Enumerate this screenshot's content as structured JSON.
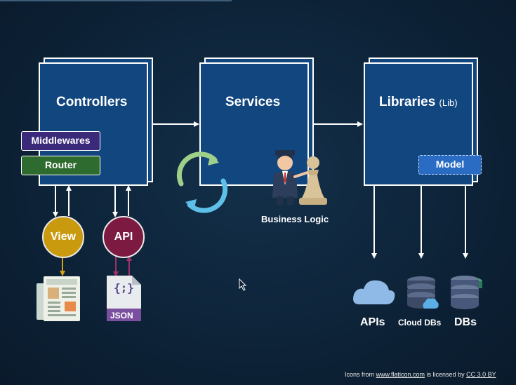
{
  "boxes": {
    "controllers": {
      "title": "Controllers"
    },
    "services": {
      "title": "Services"
    },
    "libraries": {
      "title": "Libraries",
      "subtitle": "(Lib)"
    }
  },
  "tags": {
    "middlewares": "Middlewares",
    "router": "Router",
    "model": "Model"
  },
  "nodes": {
    "view": "View",
    "api": "API"
  },
  "business_logic": "Business Logic",
  "json_label": "JSON",
  "json_braces": "{;}",
  "outputs": {
    "apis": "APIs",
    "cloud_dbs": "Cloud DBs",
    "dbs": "DBs"
  },
  "credit": {
    "prefix": "Icons from ",
    "site": "www.flaticon.com",
    "middle": " is licensed by ",
    "license": "CC 3.0 BY"
  },
  "colors": {
    "box_fill": "#12467f",
    "middlewares": "#3b2a7a",
    "router": "#2e6b2e",
    "model": "#2a6cc4",
    "view": "#c99a0e",
    "api": "#7c1a42"
  }
}
